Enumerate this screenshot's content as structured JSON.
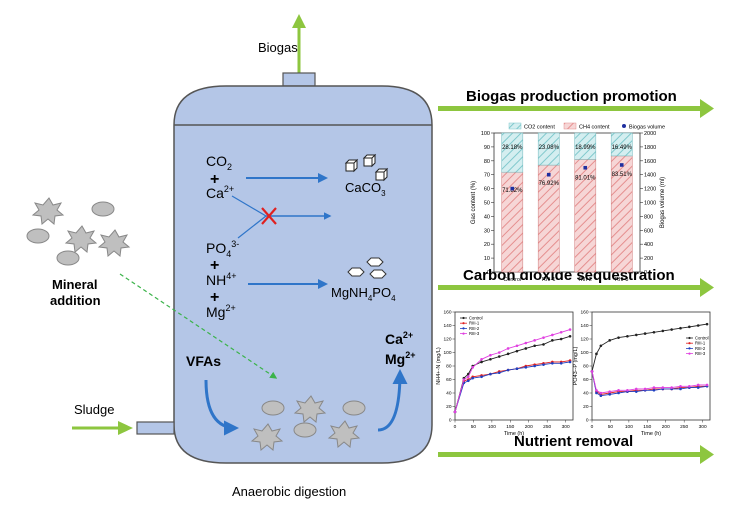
{
  "labels": {
    "biogas": "Biogas",
    "sludge": "Sludge",
    "mineral_line1": "Mineral",
    "mineral_line2": "addition",
    "digestion": "Anaerobic digestion",
    "vfas": "VFAs",
    "ca_out": "Ca",
    "ca_out_sup": "2+",
    "mg_out": "Mg",
    "mg_out_sup": "2+"
  },
  "chemistry": {
    "co2": "CO",
    "co2_sub": "2",
    "plus": "+",
    "ca": "Ca",
    "ca_sup": "2+",
    "caco3": "CaCO",
    "caco3_sub": "3",
    "po4": "PO",
    "po4_sub": "4",
    "po4_sup": "3-",
    "nh": "NH",
    "nh_sup": "4+",
    "mg": "Mg",
    "mg_sup": "2+",
    "struvite_a": "MgNH",
    "struvite_sub1": "4",
    "struvite_b": "PO",
    "struvite_sub2": "4"
  },
  "headings": {
    "biogas_promotion": "Biogas production promotion",
    "co2_seq": "Carbon dioxide sequestration",
    "nutrient": "Nutrient removal"
  },
  "colors": {
    "tank_fill": "#b4c6e7",
    "tank_stroke": "#555555",
    "green_arrow": "#8dc63f",
    "blue_arrow": "#2f75c9",
    "red_cross": "#e02020",
    "mineral_fill": "#bfbfbf",
    "co2_bar": "#9fd4d8",
    "ch4_bar": "#f4c7c7"
  },
  "chart_data": [
    {
      "type": "bar",
      "legend": [
        "CO2 content",
        "CH4 content",
        "Biogas volume"
      ],
      "categories": [
        "Control",
        "RIII-1",
        "RIII-2",
        "RIII-3"
      ],
      "series": [
        {
          "name": "CH4 content",
          "values": [
            71.82,
            76.92,
            81.01,
            83.51
          ]
        },
        {
          "name": "CO2 content",
          "values": [
            28.18,
            23.08,
            18.99,
            16.49
          ]
        },
        {
          "name": "Biogas volume",
          "values": [
            1200,
            1400,
            1500,
            1540
          ]
        }
      ],
      "data_labels_top": [
        "28.18%",
        "23.08%",
        "18.99%",
        "16.49%"
      ],
      "data_labels_bottom": [
        "71.82%",
        "76.92%",
        "81.01%",
        "83.51%"
      ],
      "ylabel": "Gas content (%)",
      "y2label": "Biogas volume (ml)",
      "ylim": [
        0,
        100
      ],
      "y2lim": [
        0,
        2000
      ],
      "yticks": [
        0,
        10,
        20,
        30,
        40,
        50,
        60,
        70,
        80,
        90,
        100
      ],
      "y2ticks": [
        0,
        200,
        400,
        600,
        800,
        1000,
        1200,
        1400,
        1600,
        1800,
        2000
      ]
    },
    {
      "type": "line",
      "legend": [
        "Control",
        "RIII-1",
        "RIII-2",
        "RIII-3"
      ],
      "xlabel": "Time (h)",
      "ylabel": "NH4+-N (mg/L)",
      "xlim": [
        0,
        320
      ],
      "ylim": [
        0,
        160
      ],
      "xticks": [
        0,
        50,
        100,
        150,
        200,
        250,
        300
      ],
      "yticks": [
        0,
        20,
        40,
        60,
        80,
        100,
        120,
        140,
        160
      ],
      "x": [
        0,
        24,
        36,
        48,
        72,
        96,
        120,
        144,
        168,
        192,
        216,
        240,
        264,
        288,
        312
      ],
      "series": [
        {
          "name": "Control",
          "color": "#222222",
          "values": [
            12,
            62,
            68,
            80,
            86,
            90,
            94,
            98,
            102,
            106,
            110,
            112,
            118,
            120,
            124
          ]
        },
        {
          "name": "RIII-1",
          "color": "#e02020",
          "values": [
            12,
            58,
            60,
            64,
            66,
            68,
            72,
            74,
            76,
            80,
            82,
            84,
            86,
            86,
            88
          ]
        },
        {
          "name": "RIII-2",
          "color": "#2040c0",
          "values": [
            12,
            55,
            58,
            62,
            64,
            68,
            70,
            74,
            76,
            78,
            80,
            82,
            84,
            84,
            86
          ]
        },
        {
          "name": "RIII-3",
          "color": "#e040e0",
          "values": [
            12,
            60,
            64,
            78,
            90,
            96,
            100,
            106,
            110,
            114,
            118,
            122,
            126,
            130,
            134
          ]
        }
      ]
    },
    {
      "type": "line",
      "legend": [
        "Control",
        "RIII-1",
        "RIII-2",
        "RIII-3"
      ],
      "xlabel": "Time (h)",
      "ylabel": "PO43--P (mg/L)",
      "xlim": [
        0,
        320
      ],
      "ylim": [
        0,
        160
      ],
      "xticks": [
        0,
        50,
        100,
        150,
        200,
        250,
        300
      ],
      "yticks": [
        0,
        20,
        40,
        60,
        80,
        100,
        120,
        140,
        160
      ],
      "x": [
        0,
        12,
        24,
        48,
        72,
        96,
        120,
        144,
        168,
        192,
        216,
        240,
        264,
        288,
        312
      ],
      "series": [
        {
          "name": "Control",
          "color": "#222222",
          "values": [
            72,
            98,
            110,
            118,
            122,
            124,
            126,
            128,
            130,
            132,
            134,
            136,
            138,
            140,
            142
          ]
        },
        {
          "name": "RIII-1",
          "color": "#e02020",
          "values": [
            72,
            42,
            38,
            40,
            42,
            42,
            44,
            44,
            46,
            46,
            46,
            48,
            48,
            50,
            50
          ]
        },
        {
          "name": "RIII-2",
          "color": "#2040c0",
          "values": [
            72,
            40,
            36,
            38,
            40,
            42,
            42,
            44,
            44,
            46,
            46,
            46,
            48,
            48,
            50
          ]
        },
        {
          "name": "RIII-3",
          "color": "#e040e0",
          "values": [
            72,
            44,
            40,
            42,
            44,
            44,
            46,
            46,
            48,
            48,
            48,
            50,
            50,
            52,
            52
          ]
        }
      ]
    }
  ]
}
